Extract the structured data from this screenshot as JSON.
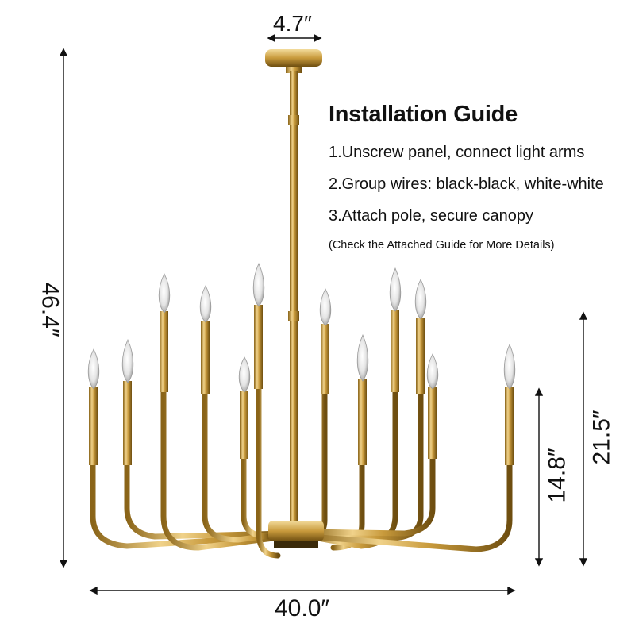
{
  "guide": {
    "title": "Installation Guide",
    "steps": [
      "1.Unscrew panel, connect light arms",
      "2.Group wires: black-black, white-white",
      "3.Attach pole, secure canopy"
    ],
    "note": "(Check the Attached Guide for More Details)"
  },
  "dimensions": {
    "canopy_width": "4.7″",
    "total_height": "46.4″",
    "width": "40.0″",
    "body_height": "21.5″",
    "arm_height": "14.8″"
  },
  "colors": {
    "brass": "#c89a3c",
    "brass_dark": "#8a6418",
    "brass_light": "#f0d28a",
    "line": "#111111"
  }
}
